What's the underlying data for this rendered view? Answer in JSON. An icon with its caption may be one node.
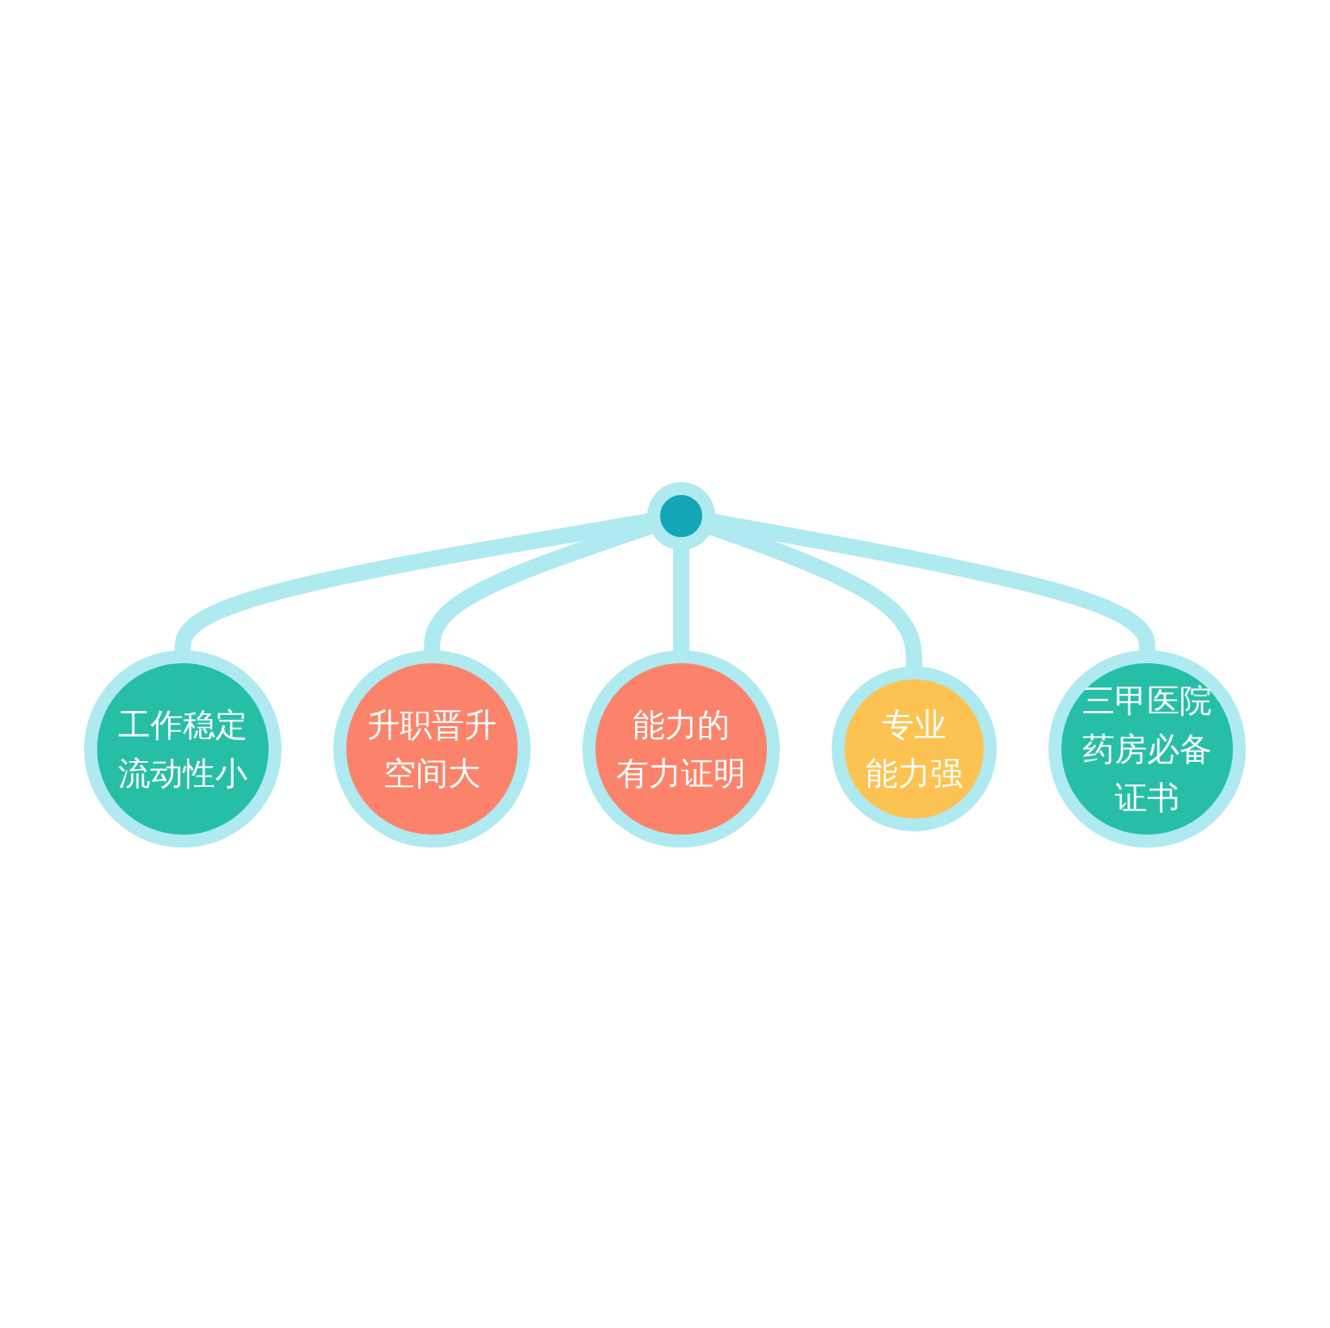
{
  "diagram": {
    "nodes": [
      {
        "text": [
          "工作稳定流动性小"
        ]
      },
      {
        "text": [
          "升职晋升空间大"
        ]
      },
      {
        "text": [],
        "shape": "circle"
      },
      {
        "text": [
          "能力的有力证明"
        ]
      },
      {
        "text": [
          "专业能力强"
        ]
      },
      {
        "text": [
          "三甲医院药房必备证书"
        ]
      }
    ],
    "edges": [
      {
        "from": 2,
        "to": 0,
        "arrow": "none"
      },
      {
        "from": 2,
        "to": 1,
        "arrow": "none"
      },
      {
        "from": 2,
        "to": 3,
        "arrow": "none"
      },
      {
        "from": 2,
        "to": 4,
        "arrow": "none"
      },
      {
        "from": 2,
        "to": 5,
        "arrow": "none"
      }
    ]
  }
}
